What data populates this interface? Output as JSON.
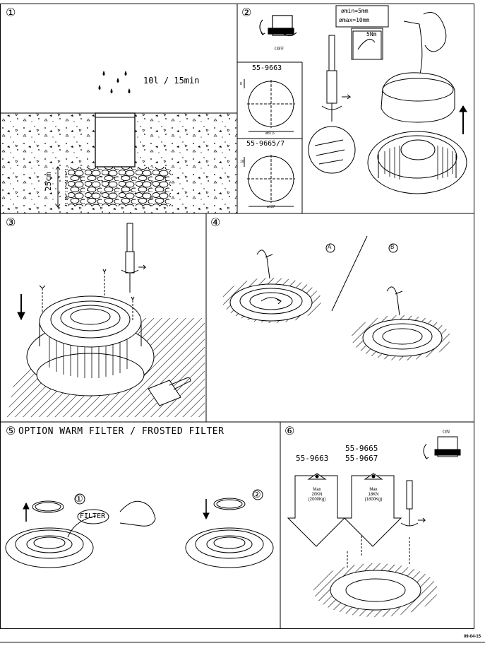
{
  "step1": {
    "number": "①",
    "rain_rate": "10l / 15min",
    "depth": "25cm"
  },
  "step2": {
    "number": "②",
    "switch_state": "OFF",
    "cut_a_model": "55-9663",
    "cut_a_diameter": "ø87,5",
    "cut_a_side": "8",
    "cut_b_model": "55-9665/7",
    "cut_b_diameter": "ø137",
    "cut_b_side": "10",
    "cable_min": "ømin=5mm",
    "cable_max": "ømax=10mm",
    "torque": "5Nm"
  },
  "step3": {
    "number": "③"
  },
  "step4": {
    "number": "④",
    "option_a": "A",
    "option_b": "B"
  },
  "step5": {
    "number": "⑤",
    "title": "OPTION WARM FILTER / FROSTED FILTER",
    "sub1": "①",
    "sub2": "②",
    "filter_label": "FILTER"
  },
  "step6": {
    "number": "⑥",
    "switch_state": "ON",
    "model_a": "55-9663",
    "model_b1": "55-9665",
    "model_b2": "55-9667",
    "load_a": [
      "Max",
      "20KN",
      "(2000Kg)"
    ],
    "load_b": [
      "Max",
      "18KN",
      "(1800Kg)"
    ]
  },
  "footer": {
    "date_code": "09-04-15"
  }
}
